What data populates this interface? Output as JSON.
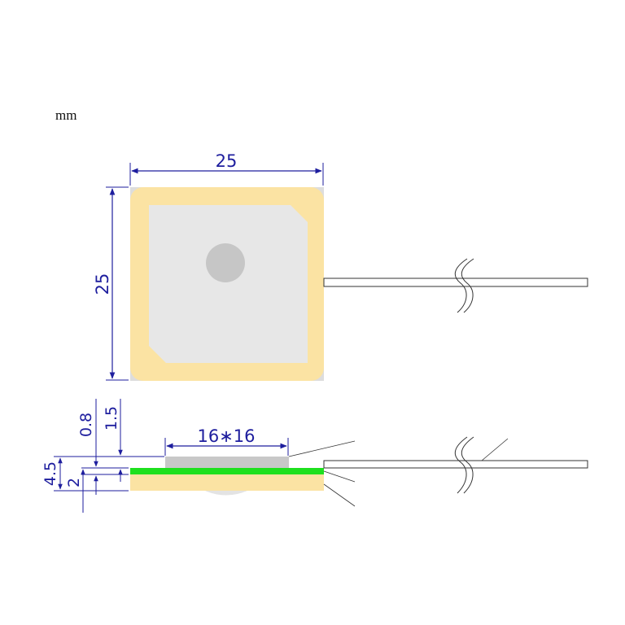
{
  "unit": "mm",
  "top_view": {
    "width_label": "25",
    "height_label": "25"
  },
  "side_view": {
    "patch_size_label": "16∗16",
    "dim_0_8": "0.8",
    "dim_1_5": "1.5",
    "dim_4_5": "4.5",
    "dim_2": "2"
  },
  "colors": {
    "ceramic": "#fbe3a3",
    "patch": "#e7e7e7",
    "feed": "#c8c8c8",
    "pcb": "#1ee01e",
    "dimension": "#1e1e9e"
  }
}
